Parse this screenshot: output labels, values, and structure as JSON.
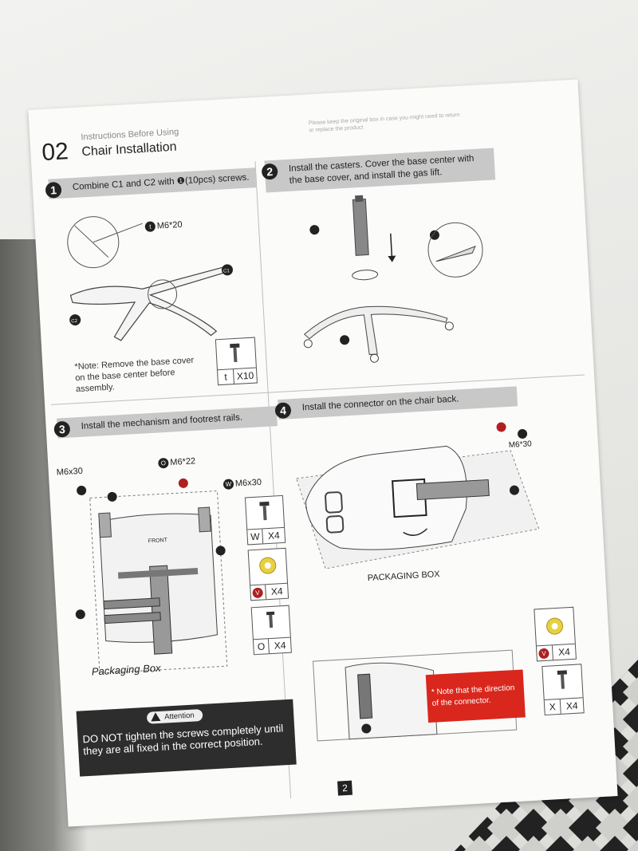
{
  "header": {
    "number": "02",
    "subtitle": "Instructions Before Using",
    "title": "Chair Installation",
    "note": "Please keep the original box in case you might need to return or replace the product"
  },
  "steps": {
    "s1": {
      "num": "1",
      "text": "Combine C1 and C2 with ❶(10pcs) screws."
    },
    "s2": {
      "num": "2",
      "text": "Install the casters. Cover the base center with the base cover, and install the gas lift."
    },
    "s3": {
      "num": "3",
      "text": "Install the mechanism and footrest rails."
    },
    "s4": {
      "num": "4",
      "text": "Install the connector on the chair back."
    }
  },
  "step1": {
    "screw_label": "M6*20",
    "c1": "C1",
    "c2": "C2",
    "note": "*Note: Remove the base cover on the base center before assembly.",
    "qty_letter": "t",
    "qty": "X10"
  },
  "step3": {
    "m6x30_left": "M6x30",
    "m6x22": "M6*22",
    "m6x30_right": "M6x30",
    "front": "FRONT",
    "box_label": "Packaging Box",
    "qty_w_letter": "W",
    "qty_w": "X4",
    "qty_v": "X4",
    "qty_o_letter": "O",
    "qty_o": "X4"
  },
  "step4": {
    "m6x30": "M6*30",
    "box_label": "PACKAGING BOX",
    "red_note": "* Note that the direction of the connector.",
    "qty_v": "X4",
    "qty_x_letter": "X",
    "qty_x": "X4"
  },
  "attention": {
    "title": "Attention",
    "text": "DO NOT tighten the screws completely until they are all fixed in the correct position."
  },
  "page_number": "2"
}
